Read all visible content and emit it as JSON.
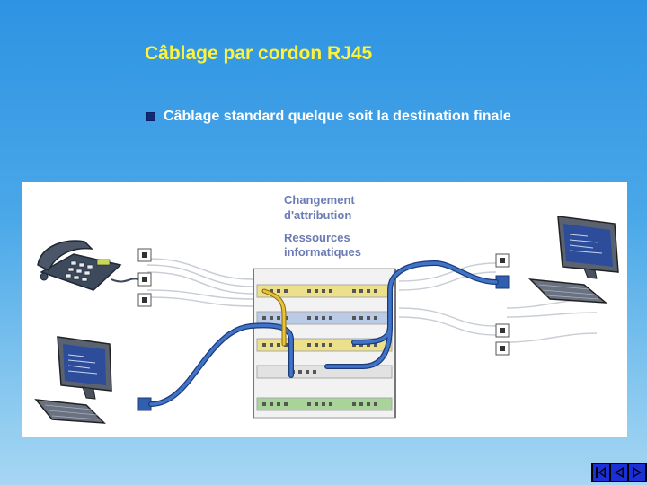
{
  "slide": {
    "title": "Câblage par cordon RJ45",
    "bullet": "Câblage standard quelque soit la destination finale"
  },
  "diagram": {
    "label_change_1": "Changement",
    "label_change_2": "d'attribution",
    "label_res_1": "Ressources",
    "label_res_2": "informatiques"
  },
  "colors": {
    "title": "#fff23a",
    "cable_blue": "#2f5fae",
    "cable_yellow": "#e6c33a",
    "panel_yellow": "#ece08a",
    "panel_blue": "#b9cbe6",
    "panel_green": "#a8d49a"
  },
  "nav": {
    "first": "first-slide-icon",
    "prev": "previous-slide-icon",
    "next": "next-slide-icon"
  }
}
